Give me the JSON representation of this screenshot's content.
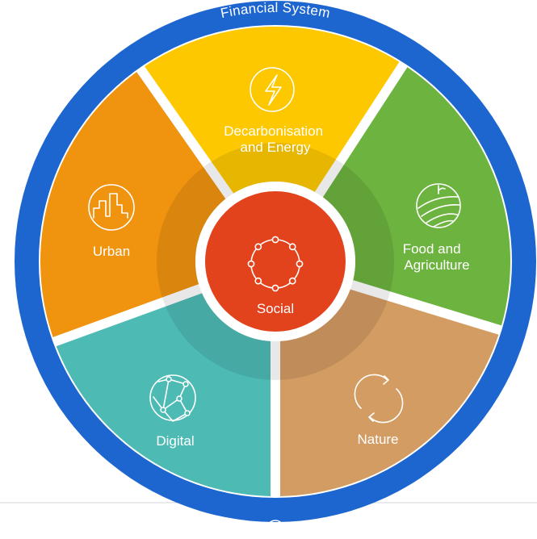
{
  "diagram": {
    "ring": {
      "label": "Financial System",
      "color": "#1d66cf"
    },
    "segments": [
      {
        "id": "decarbonisation",
        "lines": [
          "Decarbonisation",
          "and Energy"
        ],
        "color": "#fdc800",
        "icon": "lightning-bolt-icon"
      },
      {
        "id": "food",
        "lines": [
          "Food and",
          "Agriculture"
        ],
        "color": "#6db33f",
        "icon": "farm-field-icon"
      },
      {
        "id": "nature",
        "lines": [
          "Nature"
        ],
        "color": "#d39c63",
        "icon": "cycle-arrows-icon"
      },
      {
        "id": "digital",
        "lines": [
          "Digital"
        ],
        "color": "#4dbab4",
        "icon": "network-globe-icon"
      },
      {
        "id": "urban",
        "lines": [
          "Urban"
        ],
        "color": "#f0930f",
        "icon": "city-buildings-icon"
      }
    ],
    "center": {
      "label": "Social",
      "color": "#e2421c",
      "icon": "people-circle-icon"
    },
    "footer_icon": "link-arrow-icon"
  }
}
